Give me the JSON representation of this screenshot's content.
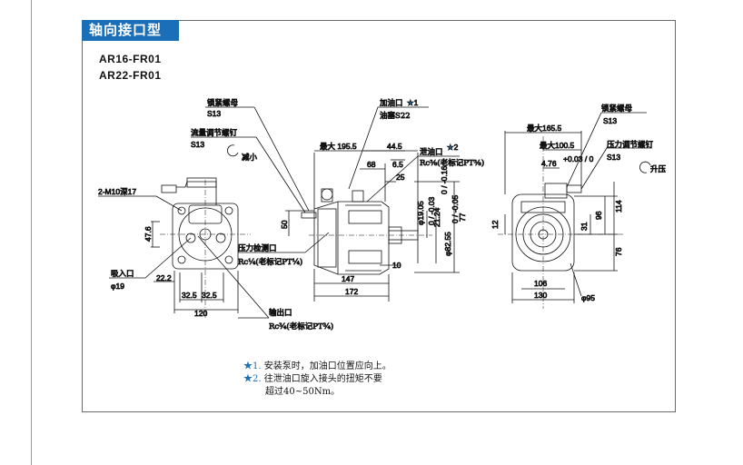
{
  "header": {
    "title": "轴向接口型"
  },
  "models": [
    "AR16-FR01",
    "AR22-FR01"
  ],
  "labels": {
    "lock_nut": "锁紧螺母",
    "s13": "S13",
    "flow_screw": "流量调节螺钉",
    "decrease": "减小",
    "m10": "2-M10深17",
    "inlet": "吸入口",
    "phi19": "φ19",
    "fill_port": "加油口",
    "oil_plug": "油塞S22",
    "drain_port": "泄油口",
    "drain_rc": "Rc⅜(老标记PT⅜)",
    "gauge_port": "压力检测口",
    "gauge_rc": "Rc¼(老标记PT¼)",
    "outlet": "输出口",
    "outlet_rc": "Rc¾(老标记PT¾)",
    "pressure_screw": "压力调节螺钉",
    "increase": "升压",
    "phi95": "φ95"
  },
  "dims": {
    "max1955": "最大 195.5",
    "d445": "44.5",
    "d68": "68",
    "d65": "6.5",
    "d25": "25",
    "d50": "50",
    "d147": "147",
    "d172": "172",
    "d10": "10",
    "phi1905": "φ19.05",
    "phi1905_tol": "0 / -0.03",
    "d21": "21.24",
    "d21_tol": "0 / -0.16",
    "phi8255": "φ82.55",
    "phi8255_tol": "0 / -0.05",
    "d77": "77",
    "d476": "47.6",
    "d222": "22.2",
    "d325a": "32.5",
    "d325b": "32.5",
    "d120": "120",
    "max1655": "最大165.5",
    "max1005": "最大100.5",
    "d476b": "4.76",
    "d476b_tol": "+0.03 / 0",
    "d12": "12",
    "d31": "31",
    "d96": "96",
    "d114": "114",
    "d76": "76",
    "d106": "106",
    "d130": "130"
  },
  "notes": [
    {
      "mark": "★1.",
      "text": "安装泵时，加油口位置应向上。"
    },
    {
      "mark": "★2.",
      "text": "往泄油口旋入接头的扭矩不要"
    },
    {
      "mark": "",
      "text": "超过40~50Nm。"
    }
  ],
  "star_marks": [
    "★1",
    "★2"
  ],
  "colors": {
    "accent": "#1b6fb8"
  }
}
